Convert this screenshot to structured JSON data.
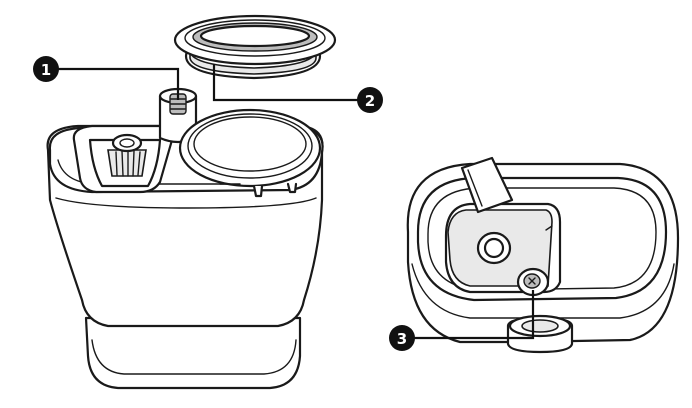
{
  "callouts": [
    {
      "number": "1"
    },
    {
      "number": "2"
    },
    {
      "number": "3"
    }
  ],
  "colors": {
    "outline": "#1a1a1a",
    "callout": "#111111",
    "background": "#ffffff"
  }
}
